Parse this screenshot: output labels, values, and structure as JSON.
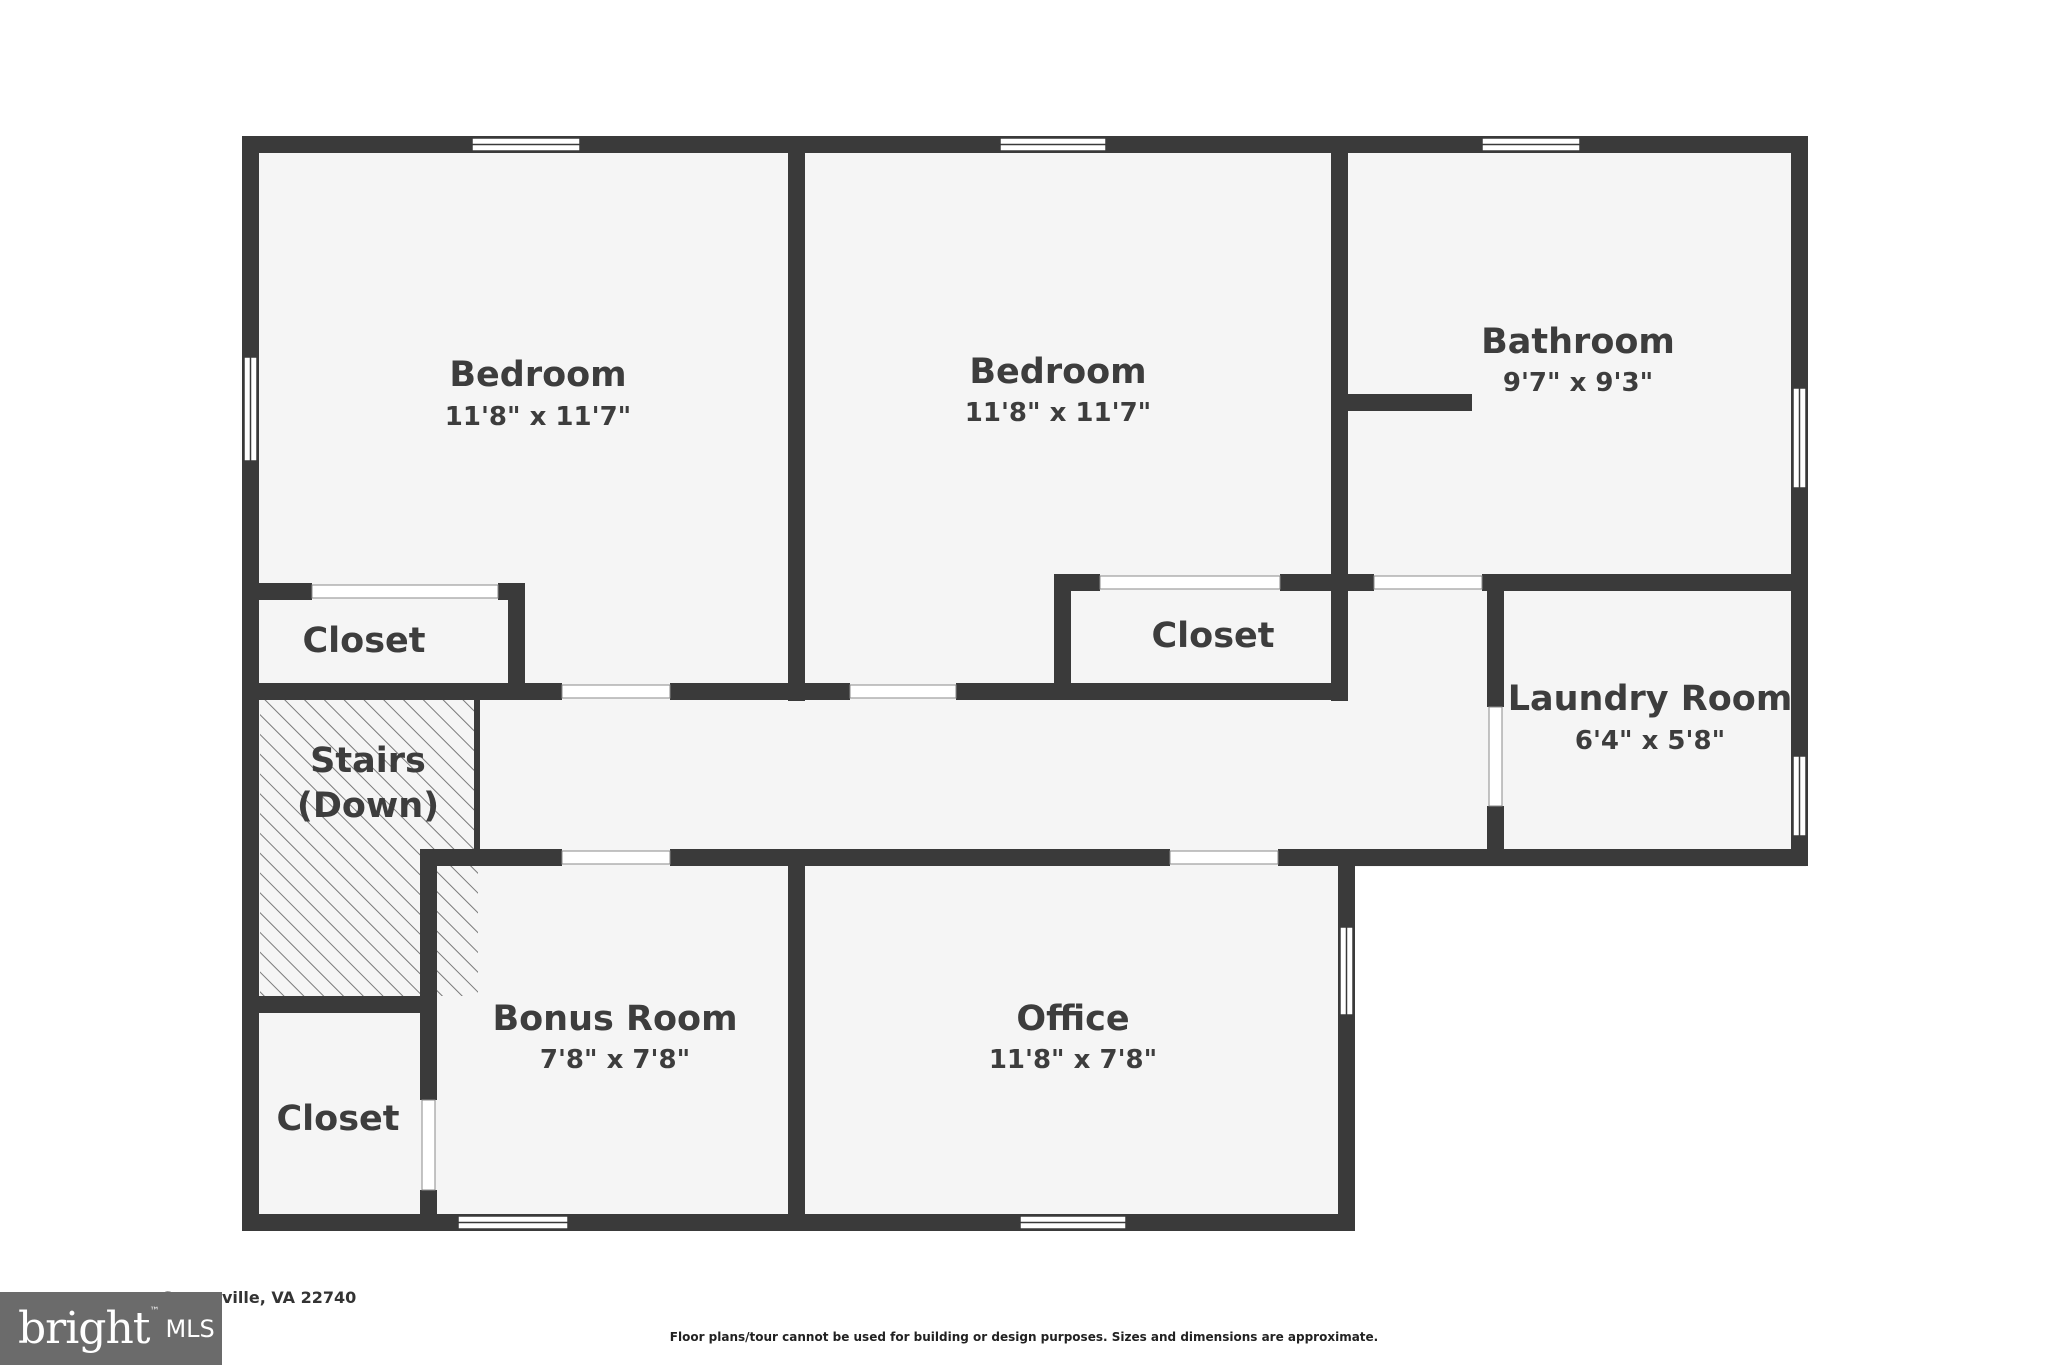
{
  "rooms": [
    {
      "name": "Bedroom",
      "dimensions": "11'8\" x 11'7\""
    },
    {
      "name": "Bedroom",
      "dimensions": "11'8\" x 11'7\""
    },
    {
      "name": "Bathroom",
      "dimensions": "9'7\" x 9'3\""
    },
    {
      "name": "Closet",
      "dimensions": ""
    },
    {
      "name": "Closet",
      "dimensions": ""
    },
    {
      "name": "Laundry Room",
      "dimensions": "6'4\" x 5'8\""
    },
    {
      "name": "Stairs",
      "subtitle": "(Down)"
    },
    {
      "name": "Bonus Room",
      "dimensions": "7'8\" x 7'8\""
    },
    {
      "name": "Office",
      "dimensions": "11'8\" x 7'8\""
    },
    {
      "name": "Closet",
      "dimensions": ""
    }
  ],
  "footer": {
    "address": "__ __ ___ ___ __, Sperryville, VA 22740",
    "disclaimer": "Floor plans/tour cannot be used for building or design purposes. Sizes and dimensions are approximate.",
    "logo_text": "bright",
    "logo_suffix": "MLS",
    "logo_tm": "™"
  },
  "colors": {
    "wall": "#3a3a3a",
    "floor": "#f5f5f5",
    "opening": "#ffffff",
    "text": "#3d3d3d",
    "logo_bg": "#6b6b6b"
  }
}
